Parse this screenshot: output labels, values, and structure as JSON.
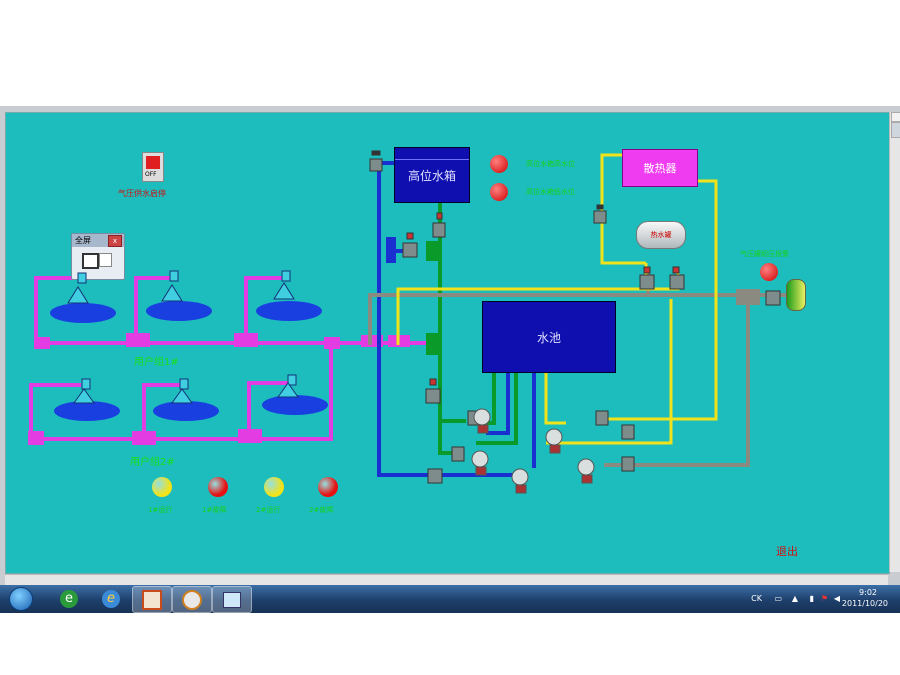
{
  "fullscreen_panel": {
    "title": "全屏"
  },
  "switch": {
    "state": "OFF",
    "label": "气压供水启停"
  },
  "tanks": {
    "high_tank": "高位水箱",
    "pool": "水池",
    "radiator": "散热器",
    "small_tank": "热水罐"
  },
  "groups": {
    "group1": "用户组1#",
    "group2": "用户组2#"
  },
  "indicators": {
    "top1": "高位水箱高水位",
    "top2": "高位水箱低水位",
    "right": "气压罐超压报警"
  },
  "status_lamps": [
    {
      "label": "1#运行",
      "color": "#f2e21a"
    },
    {
      "label": "1#故障",
      "color": "#e81010"
    },
    {
      "label": "2#运行",
      "color": "#f2e21a"
    },
    {
      "label": "2#故障",
      "color": "#e81010"
    }
  ],
  "exit_label": "退出",
  "colors": {
    "background": "#1dbdbd",
    "pipe_magenta": "#e23ce2",
    "pipe_blue": "#1a2fd0",
    "pipe_green": "#0a9a2a",
    "pipe_yellow": "#f2e21a",
    "pipe_gray": "#8a8a80",
    "lamp_red": "#e81010"
  },
  "taskbar": {
    "apps": [
      "start-orb-icon",
      "ie-e-icon",
      "ie-icon",
      "presentation-app-icon",
      "media-app-icon",
      "hmi-app-icon"
    ],
    "tray_text": "CK",
    "time": "9:02",
    "date": "2011/10/20"
  }
}
